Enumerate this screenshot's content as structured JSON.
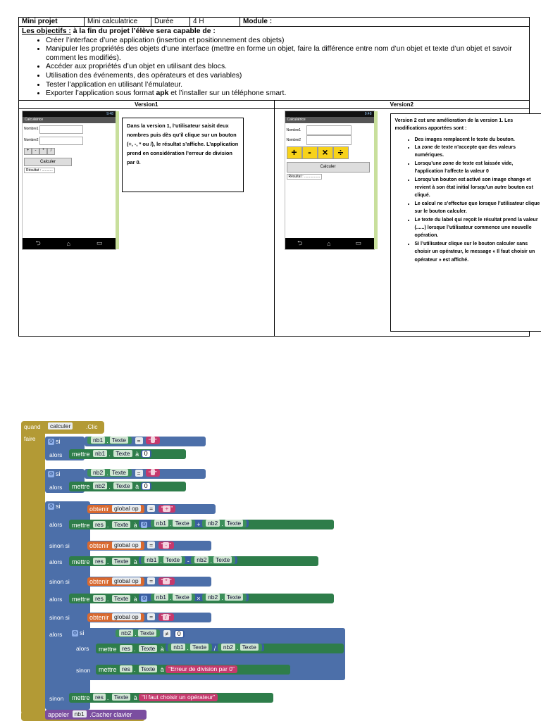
{
  "header": {
    "c1": "Mini projet",
    "c2": "Mini calculatrice",
    "c3": "Durée",
    "c4": "4 H",
    "c5": "Module :"
  },
  "objectives": {
    "title_underlined": "Les objectifs :",
    "title_rest": " à la fin du projet l’élève sera capable de :",
    "items": [
      "Créer l’interface d’une application (insertion et positionnement des objets)",
      "Manipuler les propriétés des objets d’une interface (mettre en forme un objet, faire la différence entre nom d’un objet et texte d’un objet et savoir comment les modifiés).",
      "Accéder aux propriétés d’un objet en utilisant des blocs.",
      "Utilisation des événements, des opérateurs et des variables)",
      "Tester l’application en utilisant l’émulateur."
    ],
    "last_item_a": "Exporter l’application sous format ",
    "last_item_b": "apk",
    "last_item_c": " et l’installer sur un téléphone smart."
  },
  "version1": {
    "title": "Version1",
    "phone": {
      "status": "9:48",
      "appbar": "Calculatrice",
      "label1": "Nombre1",
      "label2": "Nombre2",
      "ops": [
        "+",
        "-",
        "*",
        "/"
      ],
      "calc": "Calculer",
      "result": "Résultat : ..........."
    },
    "description": "Dans la version 1, l’utilisateur saisit deux nombres puis dès qu’il clique sur un bouton (+, -, * ou /), le résultat s’affiche. L’application prend en considération l’erreur de division par 0."
  },
  "version2": {
    "title": "Version2",
    "phone": {
      "status": "9:48",
      "appbar": "Calculatrice",
      "label1": "Nombre1",
      "label2": "Nombre2",
      "ops": [
        "+",
        "-",
        "×",
        "÷"
      ],
      "calc": "Calculer",
      "result": "Résultat : ................"
    },
    "intro": "Version 2 est une amélioration de la version 1. Les modifications apportées sont :",
    "items": [
      "Des images remplacent le texte du bouton.",
      "La zone de texte n’accepte que des valeurs numériques.",
      "Lorsqu’une zone de texte est laissée vide, l’application l’affecte la valeur 0",
      "Lorsqu’un bouton est activé son image change et revient à son état initial lorsqu’un autre bouton est cliqué.",
      "Le calcul ne s’effectue que lorsque l’utilisateur clique sur le bouton calculer.",
      "Le texte du label qui reçoit le résultat prend la valeur (......) lorsque l’utilisateur commence une nouvelle opération.",
      "Si l’utilisateur clique sur le bouton calculer sans choisir un opérateur, le message « Il faut choisir un opérateur » est affiché."
    ]
  },
  "blocks": {
    "quand": "quand",
    "calculer": "calculer",
    "clic": ".Clic",
    "faire": "faire",
    "si": "si",
    "alors": "alors",
    "sinon_si": "sinon si",
    "sinon": "sinon",
    "mettre": "mettre",
    "a": "à",
    "texte": "Texte",
    "nb1": "nb1",
    "nb2": "nb2",
    "res": "res",
    "obtenir": "obtenir",
    "global_op": "global op",
    "eq": "=",
    "neq": "≠",
    "plus": "+",
    "minus": "-",
    "times": "×",
    "div": "/",
    "zero": "0",
    "err": "Erreur de division par 0",
    "msg": "Il faut choisir un opérateur",
    "appeler": "appeler",
    "cacher": ".Cacher clavier"
  }
}
